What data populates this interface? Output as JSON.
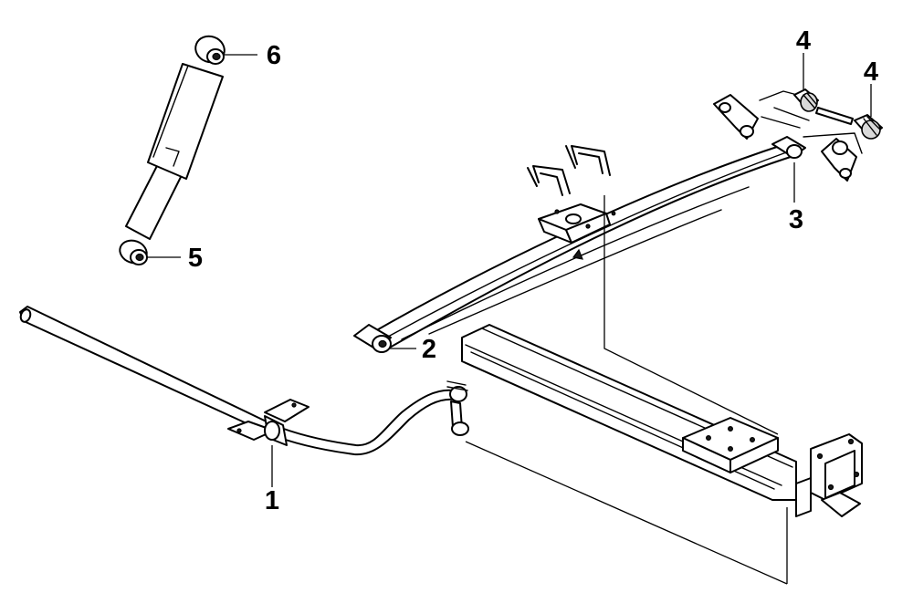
{
  "diagram": {
    "callouts": [
      {
        "id": "1",
        "text": "1"
      },
      {
        "id": "2",
        "text": "2"
      },
      {
        "id": "3",
        "text": "3"
      },
      {
        "id": "4a",
        "text": "4"
      },
      {
        "id": "4b",
        "text": "4"
      },
      {
        "id": "5",
        "text": "5"
      },
      {
        "id": "6",
        "text": "6"
      }
    ],
    "colors": {
      "line": "#000000",
      "background": "#ffffff"
    }
  }
}
